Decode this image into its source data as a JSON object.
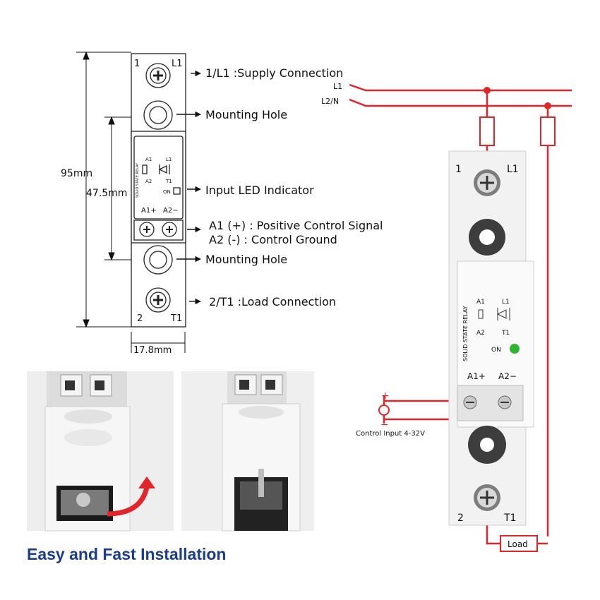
{
  "colors": {
    "wire": "#e0262b",
    "headline": "#1b3d8f",
    "led": "#2fb52f",
    "body": "#f2f2f2",
    "outline": "#333333"
  },
  "dimensions": {
    "height": "95mm",
    "middle": "47.5mm",
    "width": "17.8mm"
  },
  "drawing": {
    "top_left_num": "1",
    "top_right_num": "L1",
    "bottom_left_num": "2",
    "bottom_right_num": "T1",
    "relay_text": "SOLID STATE RELAY",
    "a1": "A1",
    "a2": "A2",
    "l1": "L1",
    "t1": "T1",
    "on": "ON",
    "a1plus": "A1+",
    "a2minus": "A2−"
  },
  "callouts": {
    "supply": "1/L1 :Supply Connection",
    "mount1": "Mounting Hole",
    "led": "Input LED Indicator",
    "a1": "A1 (+) : Positive Control Signal",
    "a2": "A2 (-) :  Control Ground",
    "mount2": "Mounting Hole",
    "load": "2/T1 :Load Connection"
  },
  "wiring": {
    "l1": "L1",
    "l2n": "L2/N",
    "plus": "+",
    "minus": "−",
    "control": "Control Input 4-32V",
    "load": "Load",
    "term_top_left": "1",
    "term_top_right": "L1",
    "term_bottom_left": "2",
    "term_bottom_right": "T1",
    "relay_text": "SOLID STATE RELAY",
    "a1": "A1",
    "a2": "A2",
    "l1_small": "L1",
    "t1_small": "T1",
    "on": "ON",
    "a1plus": "A1+",
    "a2minus": "A2−"
  },
  "headline": "Easy and Fast Installation"
}
